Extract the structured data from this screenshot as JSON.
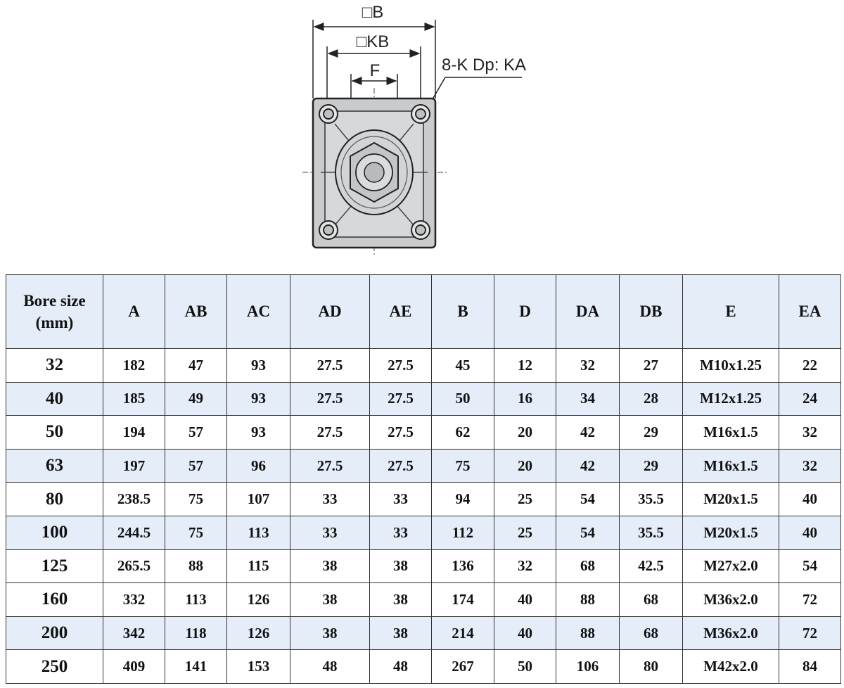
{
  "diagram": {
    "labels": {
      "outer_width": "□B",
      "inner_width": "□KB",
      "center_width": "F",
      "hole_callout": "8-K Dp: KA"
    }
  },
  "table": {
    "header_first_line1": "Bore size",
    "header_first_line2": "(mm)",
    "columns": [
      "A",
      "AB",
      "AC",
      "AD",
      "AE",
      "B",
      "D",
      "DA",
      "DB",
      "E",
      "EA"
    ],
    "rows": [
      [
        "32",
        "182",
        "47",
        "93",
        "27.5",
        "27.5",
        "45",
        "12",
        "32",
        "27",
        "M10x1.25",
        "22"
      ],
      [
        "40",
        "185",
        "49",
        "93",
        "27.5",
        "27.5",
        "50",
        "16",
        "34",
        "28",
        "M12x1.25",
        "24"
      ],
      [
        "50",
        "194",
        "57",
        "93",
        "27.5",
        "27.5",
        "62",
        "20",
        "42",
        "29",
        "M16x1.5",
        "32"
      ],
      [
        "63",
        "197",
        "57",
        "96",
        "27.5",
        "27.5",
        "75",
        "20",
        "42",
        "29",
        "M16x1.5",
        "32"
      ],
      [
        "80",
        "238.5",
        "75",
        "107",
        "33",
        "33",
        "94",
        "25",
        "54",
        "35.5",
        "M20x1.5",
        "40"
      ],
      [
        "100",
        "244.5",
        "75",
        "113",
        "33",
        "33",
        "112",
        "25",
        "54",
        "35.5",
        "M20x1.5",
        "40"
      ],
      [
        "125",
        "265.5",
        "88",
        "115",
        "38",
        "38",
        "136",
        "32",
        "68",
        "42.5",
        "M27x2.0",
        "54"
      ],
      [
        "160",
        "332",
        "113",
        "126",
        "38",
        "38",
        "174",
        "40",
        "88",
        "68",
        "M36x2.0",
        "72"
      ],
      [
        "200",
        "342",
        "118",
        "126",
        "38",
        "38",
        "214",
        "40",
        "88",
        "68",
        "M36x2.0",
        "72"
      ],
      [
        "250",
        "409",
        "141",
        "153",
        "48",
        "48",
        "267",
        "50",
        "106",
        "80",
        "M42x2.0",
        "84"
      ]
    ],
    "shaded_row_indices": [
      1,
      3,
      5,
      8
    ]
  },
  "colors": {
    "header_fill": "#e4edf8",
    "row_shade": "#e4edf8",
    "grid": "#333333",
    "plate_fill": "#c9cbcd",
    "outline": "#222222"
  }
}
